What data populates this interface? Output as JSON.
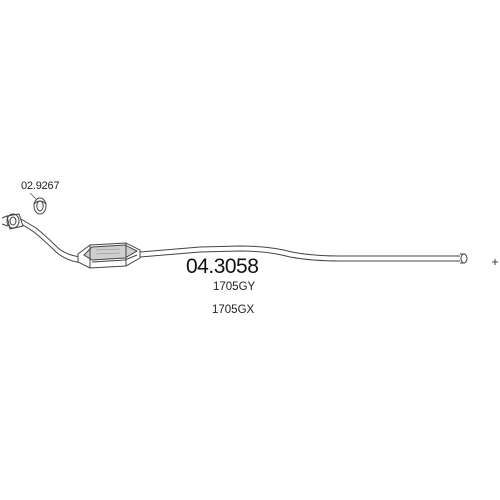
{
  "diagram": {
    "clamp_part_number": "02.9267",
    "main_part_number": "04.3058",
    "reference_codes": [
      "1705GY",
      "1705GX"
    ],
    "line_color": "#444444",
    "background": "#ffffff"
  }
}
